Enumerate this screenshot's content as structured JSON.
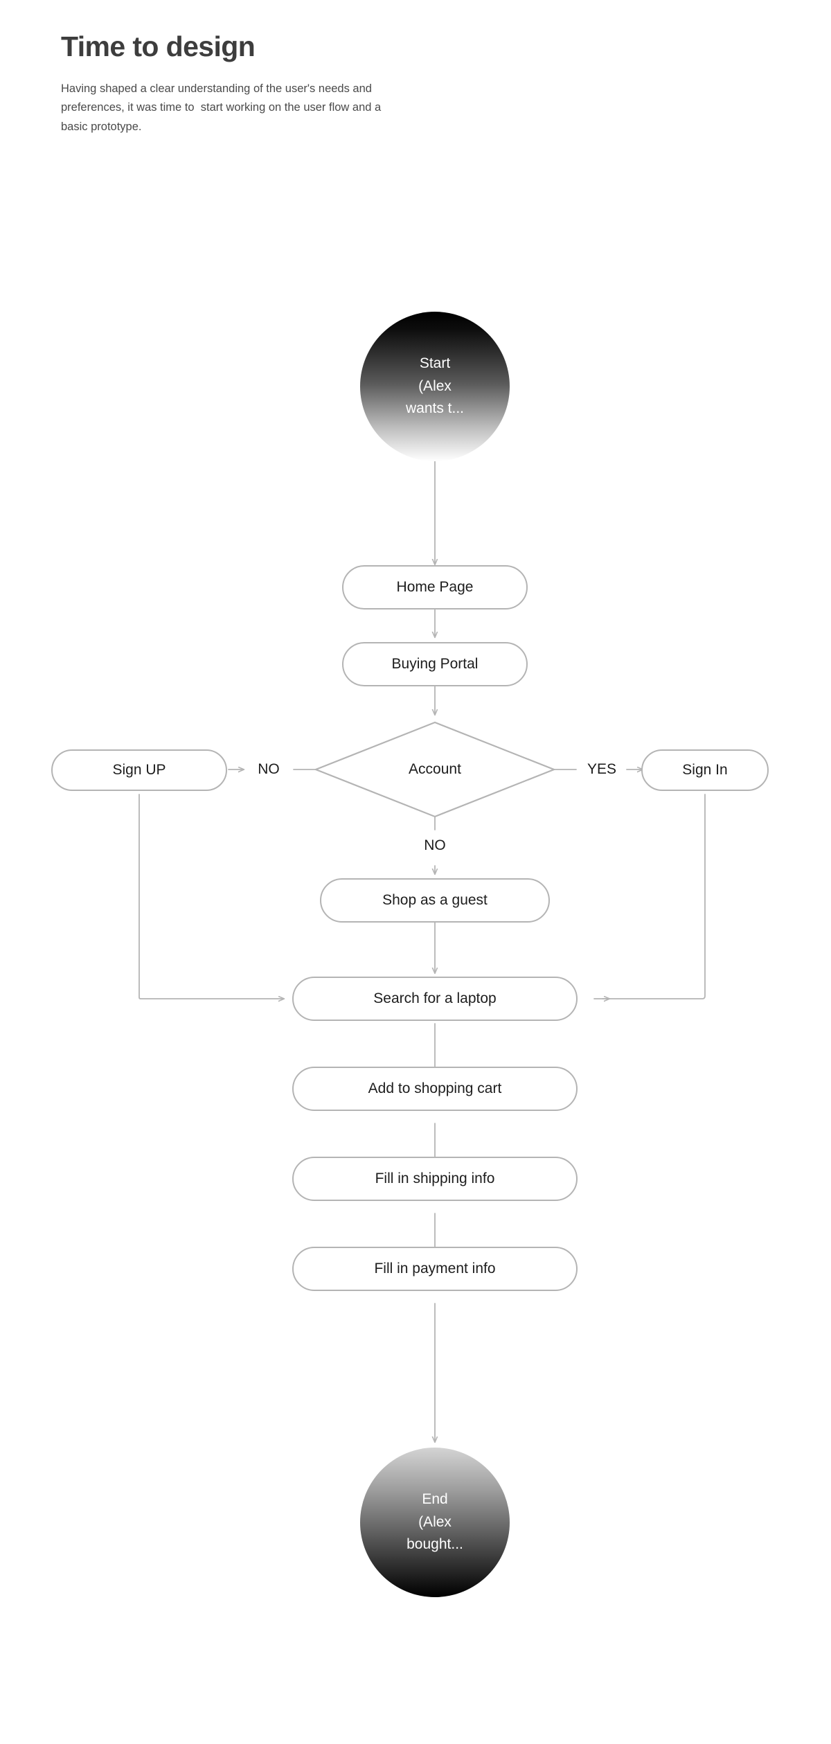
{
  "header": {
    "title": "Time to design",
    "paragraph": "Having shaped a clear understanding of the user's needs and preferences, it was time to  start working on the user flow and a basic prototype."
  },
  "colors": {
    "background": "#ffffff",
    "title": "#3d3d3d",
    "body_text": "#4a4a4a",
    "node_border": "#b4b4b4",
    "node_text": "#1d1d1d",
    "connector": "#b4b4b4",
    "terminal_text": "#ffffff"
  },
  "flowchart": {
    "type": "user-flow-diagram",
    "nodes": [
      {
        "id": "start",
        "shape": "circle",
        "lines": [
          "Start",
          "(Alex",
          "wants t..."
        ]
      },
      {
        "id": "home",
        "shape": "pill",
        "label": "Home Page"
      },
      {
        "id": "portal",
        "shape": "pill",
        "label": "Buying Portal"
      },
      {
        "id": "account",
        "shape": "diamond",
        "label": "Account"
      },
      {
        "id": "signup",
        "shape": "pill",
        "label": "Sign UP"
      },
      {
        "id": "signin",
        "shape": "pill",
        "label": "Sign In"
      },
      {
        "id": "guest",
        "shape": "pill",
        "label": "Shop as a guest"
      },
      {
        "id": "search",
        "shape": "pill",
        "label": "Search for a laptop"
      },
      {
        "id": "cart",
        "shape": "pill",
        "label": "Add to shopping cart"
      },
      {
        "id": "shipping",
        "shape": "pill",
        "label": "Fill in shipping info"
      },
      {
        "id": "payment",
        "shape": "pill",
        "label": "Fill in payment info"
      },
      {
        "id": "end",
        "shape": "circle",
        "lines": [
          "End",
          "(Alex",
          "bought..."
        ]
      }
    ],
    "edge_labels": {
      "account_left": "NO",
      "account_right": "YES",
      "account_down": "NO"
    },
    "edges": [
      {
        "from": "start",
        "to": "home",
        "label": ""
      },
      {
        "from": "home",
        "to": "portal",
        "label": ""
      },
      {
        "from": "portal",
        "to": "account",
        "label": ""
      },
      {
        "from": "account",
        "to": "signup",
        "label": "NO"
      },
      {
        "from": "account",
        "to": "signin",
        "label": "YES"
      },
      {
        "from": "account",
        "to": "guest",
        "label": "NO"
      },
      {
        "from": "signup",
        "to": "search",
        "label": ""
      },
      {
        "from": "signin",
        "to": "search",
        "label": ""
      },
      {
        "from": "guest",
        "to": "search",
        "label": ""
      },
      {
        "from": "search",
        "to": "cart",
        "label": ""
      },
      {
        "from": "cart",
        "to": "shipping",
        "label": ""
      },
      {
        "from": "shipping",
        "to": "payment",
        "label": ""
      },
      {
        "from": "payment",
        "to": "end",
        "label": ""
      }
    ]
  }
}
